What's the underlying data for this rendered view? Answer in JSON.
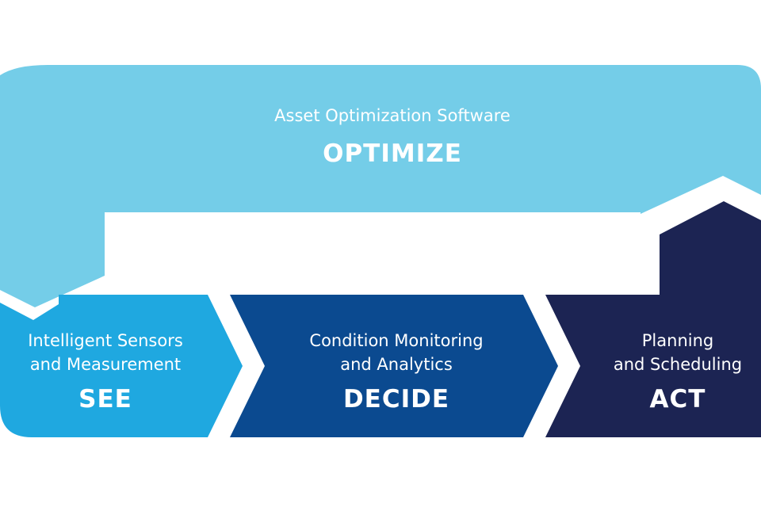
{
  "colors": {
    "optimize": "#74cde8",
    "see": "#1fa8e0",
    "decide": "#0b4a90",
    "act": "#1c2453",
    "text": "#ffffff"
  },
  "optimize": {
    "subtitle": "Asset Optimization Software",
    "title": "OPTIMIZE"
  },
  "stages": [
    {
      "line1": "Intelligent Sensors",
      "line2": "and Measurement",
      "title": "SEE"
    },
    {
      "line1": "Condition Monitoring",
      "line2": "and Analytics",
      "title": "DECIDE"
    },
    {
      "line1": "Planning",
      "line2": "and Scheduling",
      "title": "ACT"
    }
  ]
}
